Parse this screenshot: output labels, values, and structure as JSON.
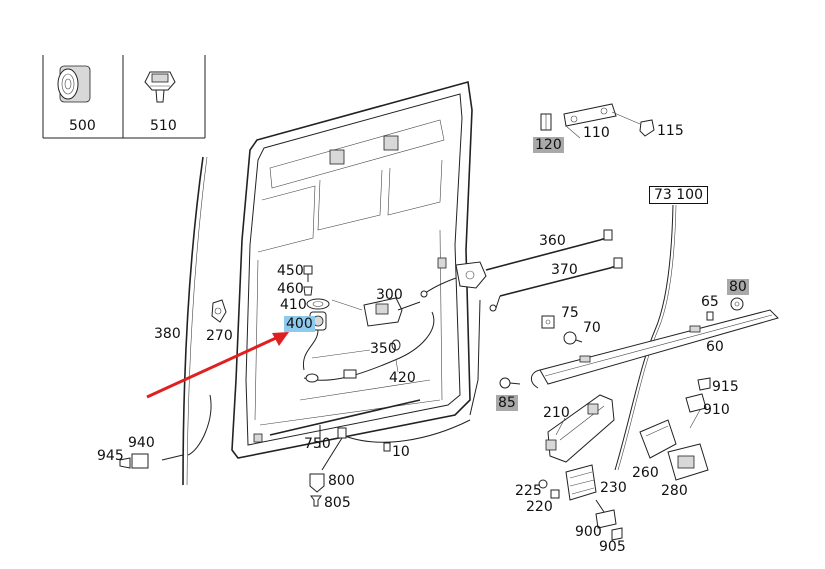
{
  "diagram": {
    "legend_parts": [
      {
        "number": "500",
        "icon": "tape-roll-icon"
      },
      {
        "number": "510",
        "icon": "clip-fastener-icon"
      }
    ],
    "arrow_color": "#e02020",
    "highlight_gray": "#a9a9a9",
    "highlight_blue": "#8ec9ee",
    "labels": {
      "p10": "10",
      "p60": "60",
      "p65": "65",
      "p70": "70",
      "p75": "75",
      "p80": "80",
      "p85": "85",
      "p110": "110",
      "p115": "115",
      "p120": "120",
      "p210": "210",
      "p220": "220",
      "p225": "225",
      "p230": "230",
      "p260": "260",
      "p270": "270",
      "p280": "280",
      "p300": "300",
      "p350": "350",
      "p360": "360",
      "p370": "370",
      "p380": "380",
      "p400": "400",
      "p410": "410",
      "p420": "420",
      "p450": "450",
      "p460": "460",
      "p750": "750",
      "p800": "800",
      "p805": "805",
      "p900": "900",
      "p905": "905",
      "p910": "910",
      "p915": "915",
      "p940": "940",
      "p945": "945",
      "p73100": "73 100"
    },
    "highlighted_gray": [
      "80",
      "85",
      "120"
    ],
    "highlighted_blue": [
      "400"
    ]
  }
}
